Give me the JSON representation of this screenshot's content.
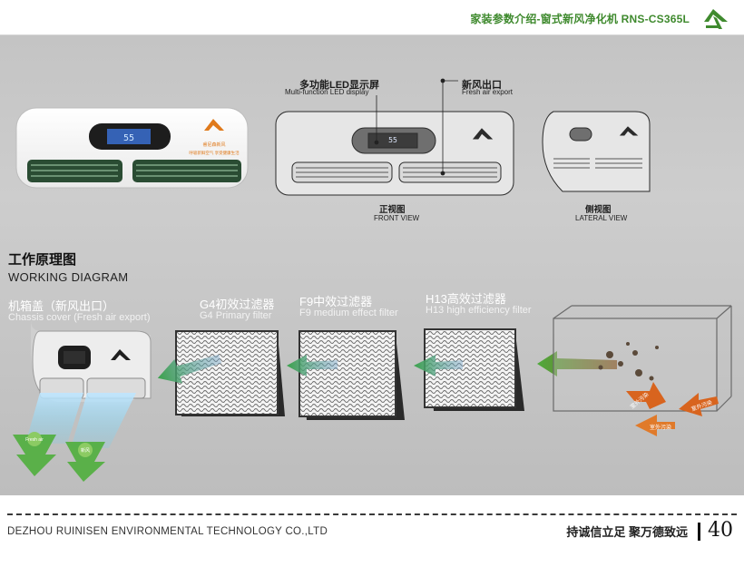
{
  "header": {
    "title": "家装参数介绍-窗式新风净化机 RNS-CS365L"
  },
  "product": {
    "panel_text_1": "睿尼森新风",
    "panel_text_2": "呼吸新鲜空气  享受健康生活",
    "front_view_cn": "正视图",
    "front_view_en": "FRONT VIEW",
    "lateral_view_cn": "侧视图",
    "lateral_view_en": "LATERAL VIEW",
    "display_label_cn": "多功能LED显示屏",
    "display_label_en": "Multi-function LED display",
    "export_label_cn": "新风出口",
    "export_label_en": "Fresh air export",
    "display_value": "55"
  },
  "working": {
    "title_cn": "工作原理图",
    "title_en": "WORKING DIAGRAM",
    "chassis_cn": "机箱盖（新风出口）",
    "chassis_en": "Chassis cover (Fresh air export)",
    "g4_cn": "G4初效过滤器",
    "g4_en": "G4 Primary filter",
    "f9_cn": "F9中效过滤器",
    "f9_en": "F9 medium effect filter",
    "h13_cn": "H13高效过滤器",
    "h13_en": "H13 high efficiency filter",
    "fresh_tag_1": "Fresh air",
    "fresh_tag_2": "新风",
    "outdoor_tag_1": "室外污染",
    "outdoor_tag_2": "室外污染",
    "outdoor_tag_3": "室外污染"
  },
  "footer": {
    "company": "DEZHOU RUINISEN ENVIRONMENTAL TECHNOLOGY CO.,LTD",
    "slogan": "持诚信立足 聚万德致远",
    "page_number": "40"
  },
  "colors": {
    "brand_green": "#3f8a2e",
    "arrow_green": "#6dbb3c",
    "pollution_orange": "#e0782a"
  }
}
